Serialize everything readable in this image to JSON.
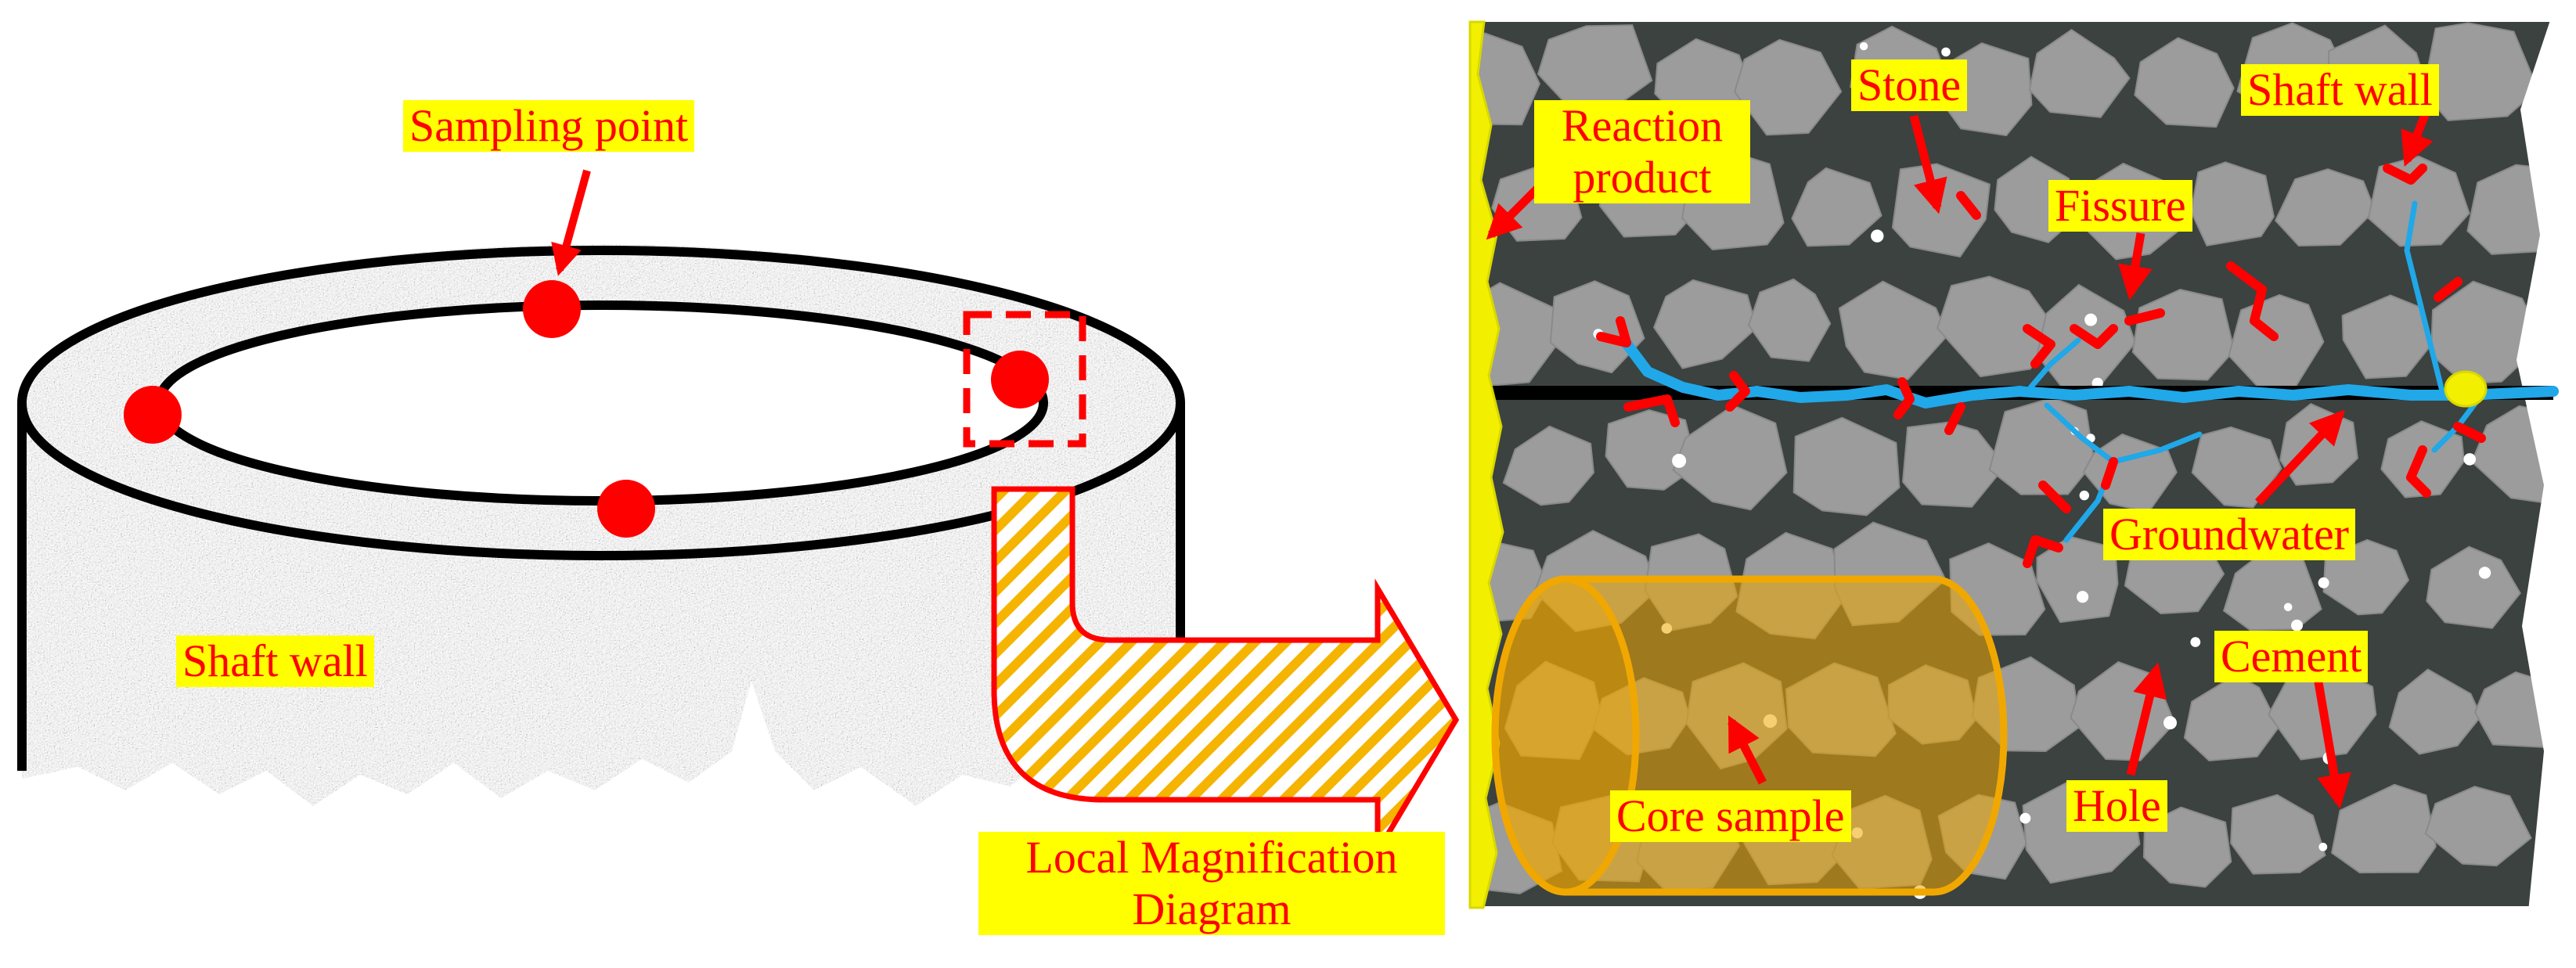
{
  "left_panel": {
    "sampling_point_label": "Sampling point",
    "shaft_wall_label": "Shaft wall"
  },
  "magnification_label": {
    "line1": "Local Magnification",
    "line2": "Diagram"
  },
  "right_panel": {
    "reaction_product_line1": "Reaction",
    "reaction_product_line2": "product",
    "stone_label": "Stone",
    "shaft_wall_label": "Shaft wall",
    "fissure_label": "Fissure",
    "groundwater_label": "Groundwater",
    "cement_label": "Cement",
    "hole_label": "Hole",
    "core_sample_label": "Core sample"
  },
  "colors": {
    "label_bg": "#ffff00",
    "label_text": "#ff0000",
    "arrow": "#ff0000",
    "sampling_point": "#ff0000",
    "cement_matrix": "#3b4240",
    "stone": "#9c9c9c",
    "groundwater": "#20a8e8",
    "reaction_product": "#f2f000",
    "core_sample": "#f0a800"
  }
}
